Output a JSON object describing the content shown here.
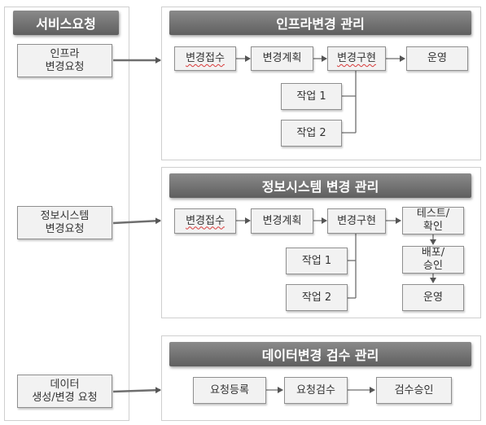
{
  "left_column": {
    "title": "서비스요청",
    "requests": [
      "인프라\n변경요청",
      "정보시스템\n변경요청",
      "데이터\n생성/변경 요청"
    ]
  },
  "sections": {
    "infra": {
      "title": "인프라변경 관리",
      "steps": [
        "변경접수",
        "변경계획",
        "변경구현",
        "운영"
      ],
      "tasks": [
        "작업 1",
        "작업 2"
      ]
    },
    "infosys": {
      "title": "정보시스템 변경 관리",
      "steps": [
        "변경접수",
        "변경계획",
        "변경구현",
        "테스트/\n확인",
        "배포/\n승인",
        "운영"
      ],
      "tasks": [
        "작업 1",
        "작업 2"
      ]
    },
    "data": {
      "title": "데이터변경 검수 관리",
      "steps": [
        "요청등록",
        "요청검수",
        "검수승인"
      ]
    }
  }
}
